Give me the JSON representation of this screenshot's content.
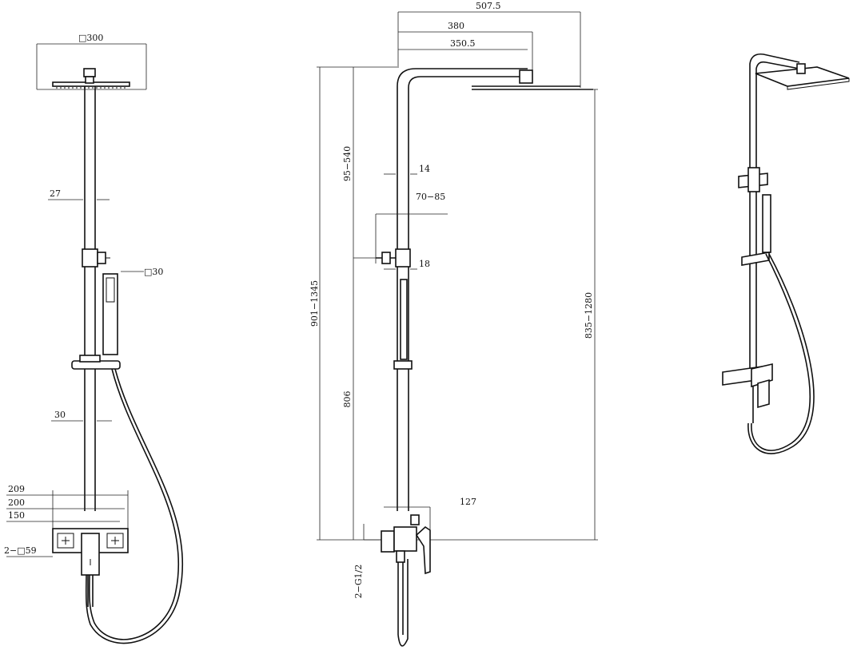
{
  "colors": {
    "ink": "#111111",
    "paper": "#ffffff"
  },
  "front_view": {
    "head_width": "□300",
    "arm_gap": "27",
    "handset": "□30",
    "lower_gap": "30",
    "w209": "209",
    "w200": "200",
    "w150": "150",
    "inlets": "2−□59"
  },
  "side_view": {
    "reach_total": "507.5",
    "reach_mid": "380",
    "reach_inner": "350.5",
    "head_drop": "95−540",
    "tube_dia": "14",
    "bracket_offset": "70−85",
    "bracket_dia": "18",
    "total_height": "901−1345",
    "head_height": "835−1280",
    "bar_height": "806",
    "mixer_depth": "127",
    "inlet_thread": "2−G1/2"
  },
  "iso_view": {}
}
